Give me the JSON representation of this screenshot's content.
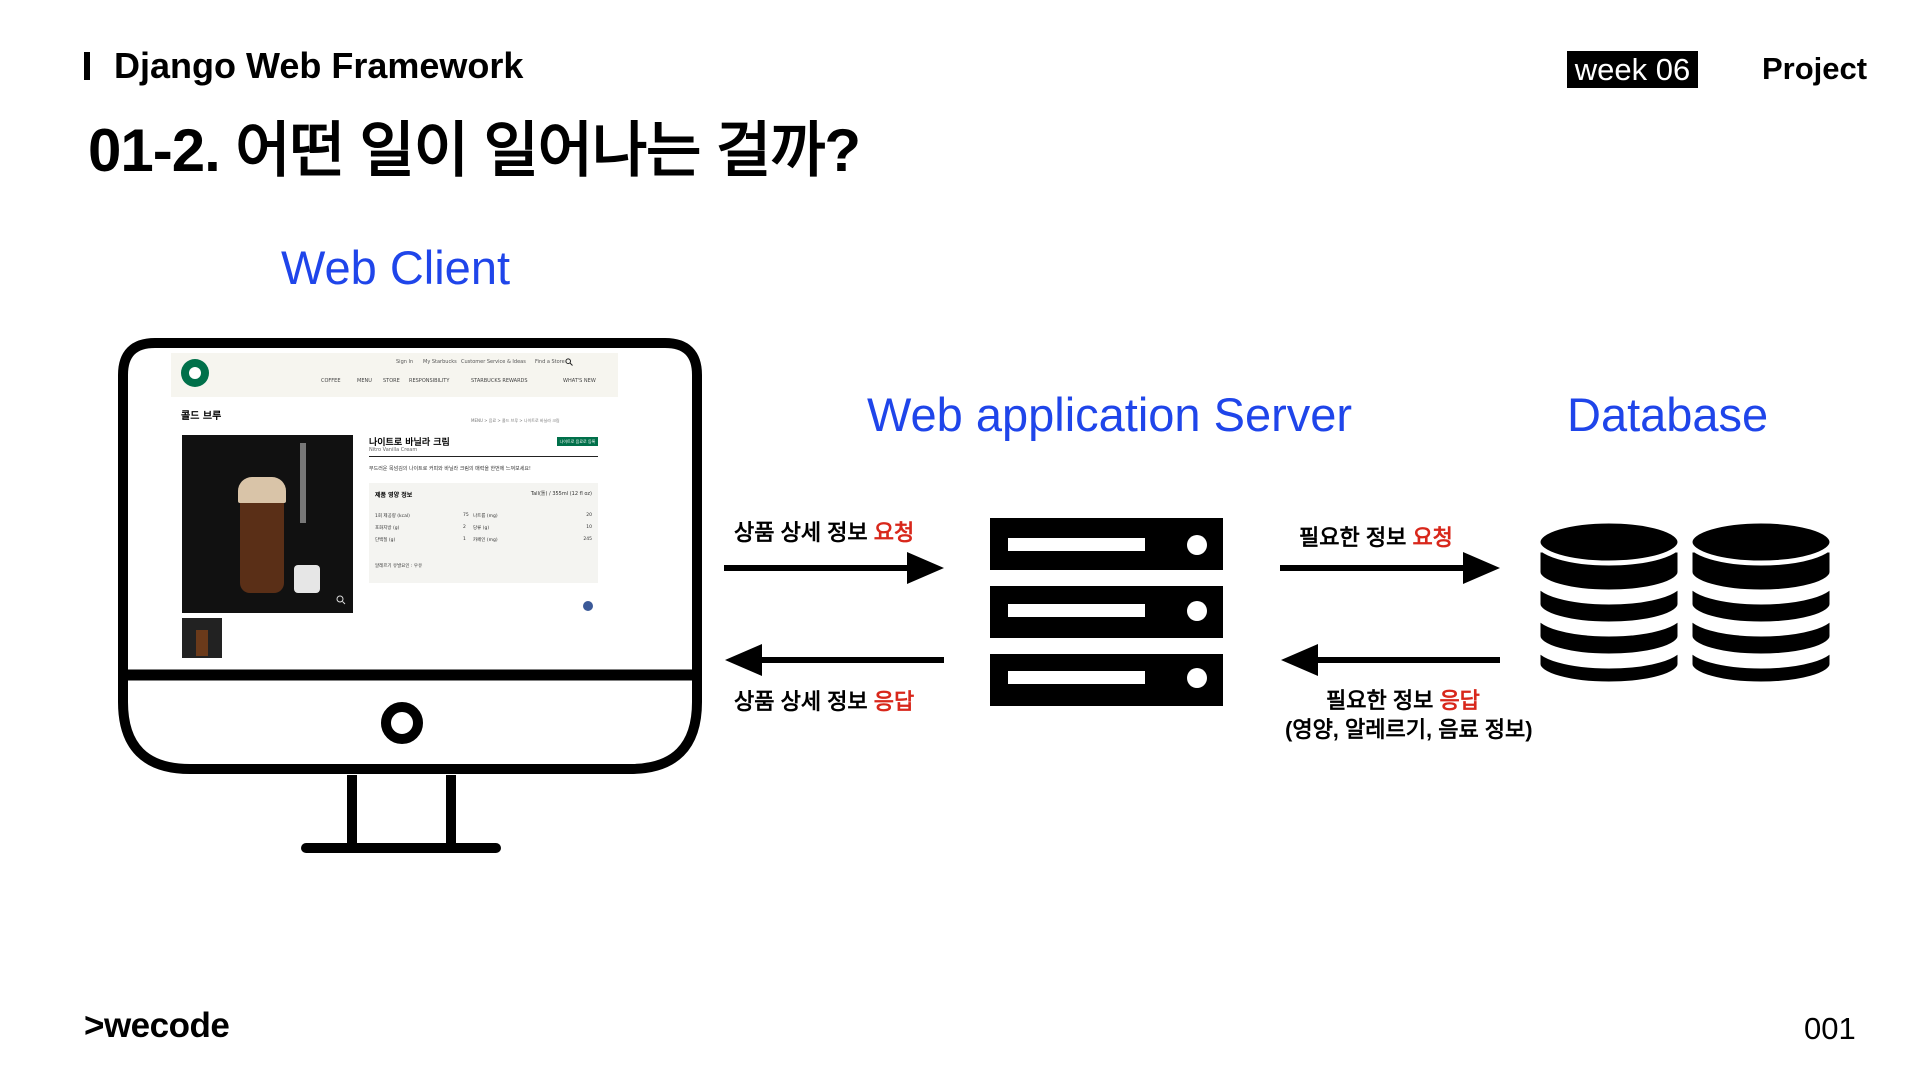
{
  "header": {
    "course_title": "Django Web Framework",
    "week_badge": "week 06",
    "project_label": "Project"
  },
  "slide": {
    "title": "01-2. 어떤 일이 일어나는 걸까?"
  },
  "diagram": {
    "client_label": "Web Client",
    "server_label": "Web application Server",
    "database_label": "Database",
    "client_request": {
      "prefix": "상품 상세 정보 ",
      "highlight": "요청"
    },
    "client_response": {
      "prefix": "상품 상세 정보 ",
      "highlight": "응답"
    },
    "db_request": {
      "prefix": "필요한 정보 ",
      "highlight": "요청"
    },
    "db_response": {
      "prefix": "필요한 정보 ",
      "highlight": "응답",
      "sub": "(영양, 알레르기, 음료 정보)"
    }
  },
  "screen": {
    "util_links": [
      "Sign In",
      "My Starbucks",
      "Customer Service & Ideas",
      "Find a Store"
    ],
    "nav_items": [
      "COFFEE",
      "MENU",
      "STORE",
      "RESPONSIBILITY",
      "STARBUCKS REWARDS",
      "WHAT'S NEW"
    ],
    "page_title": "콜드 브루",
    "breadcrumb": "MENU  >  음료  >  콜드 브루  >  나이트로 바닐라 크림",
    "product_name": "나이트로 바닐라 크림",
    "product_name_en": "Nitro Vanilla Cream",
    "badge": "나이트로 음료로 등록",
    "description": "부드러운 목넘김의 나이트로 커피와 바닐라 크림의 매력을 한번에 느껴보세요!",
    "info_title": "제품 영양 정보",
    "info_size": "Tall(톨) / 355ml (12 fl oz)",
    "nutrition": [
      {
        "left_label": "1회 제공량 (kcal)",
        "left_value": "75",
        "right_label": "나트륨 (mg)",
        "right_value": "20"
      },
      {
        "left_label": "포화지방 (g)",
        "left_value": "2",
        "right_label": "당류 (g)",
        "right_value": "10"
      },
      {
        "left_label": "단백질 (g)",
        "left_value": "1",
        "right_label": "카페인 (mg)",
        "right_value": "245"
      }
    ],
    "allergy": "알레르기 유발요인 : 우유"
  },
  "footer": {
    "logo": ">wecode",
    "page_number": "001"
  },
  "colors": {
    "blue": "#1f45ea",
    "red": "#d8271b",
    "black": "#000000",
    "starbucks_green": "#00704a"
  },
  "icons": [
    "monitor-icon",
    "server-rack-icon",
    "database-icon",
    "arrow-right-icon",
    "arrow-left-icon",
    "search-icon"
  ]
}
